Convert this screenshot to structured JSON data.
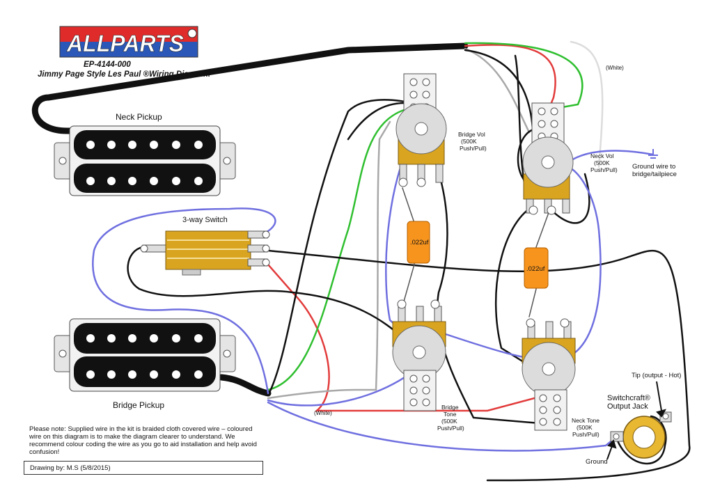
{
  "header": {
    "brand": "ALLPARTS",
    "code": "EP-4144-000",
    "title": "Jimmy Page Style Les Paul ®Wiring Diagram."
  },
  "labels": {
    "neck_pickup": "Neck Pickup",
    "bridge_pickup": "Bridge Pickup",
    "switch": "3-way Switch",
    "bridge_vol": [
      "Bridge Vol",
      "(500K",
      "Push/Pull)"
    ],
    "neck_vol": [
      "Neck Vol",
      "(500K",
      "Push/Pull)"
    ],
    "bridge_tone": [
      "Bridge",
      "Tone",
      "(500K",
      "Push/Pull)"
    ],
    "neck_tone": [
      "Neck Tone",
      "(500K",
      "Push/Pull)"
    ],
    "cap1": ".022uf",
    "cap2": ".022uf",
    "white_top": "(White)",
    "white_bottom": "(White)",
    "ground_wire": [
      "Ground wire to",
      "bridge/tailpiece"
    ],
    "tip": "Tip (output - Hot)",
    "jack": [
      "Switchcraft®",
      "Output Jack"
    ],
    "ground": "Ground"
  },
  "note": "Please note: Supplied wire in the kit is braided cloth covered wire – coloured wire on this diagram is to make the diagram clearer to understand. We recommend colour coding the wire as you go to aid installation and help avoid confusion!",
  "credit": "Drawing by: M.S (5/8/2015)",
  "colors": {
    "red": "#e23b3b",
    "green": "#2fbf2f",
    "blue": "#6f6fe0",
    "gray": "#a8a8a8",
    "black": "#111111",
    "cap": "#f7941d",
    "pot_gold": "#d9a520"
  }
}
